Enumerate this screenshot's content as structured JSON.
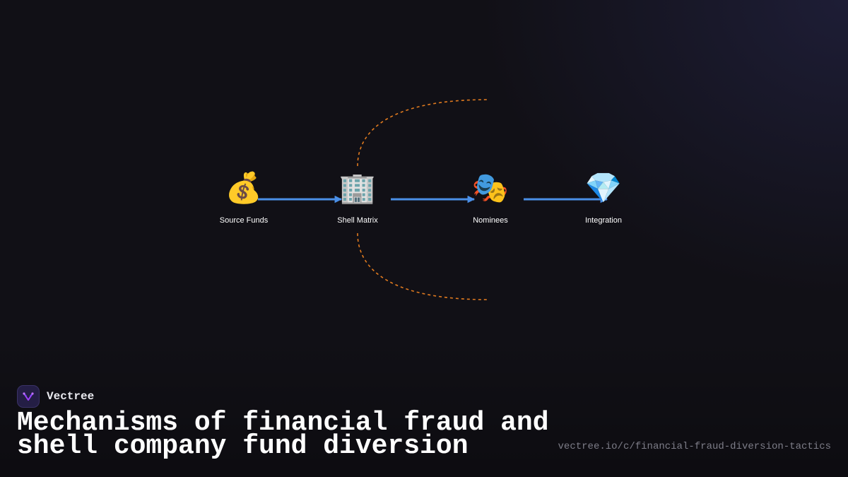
{
  "diagram": {
    "nodes": [
      {
        "id": "source",
        "icon": "money-bag-icon",
        "glyph": "💰",
        "label": "Source Funds"
      },
      {
        "id": "shell",
        "icon": "office-building-icon",
        "glyph": "🏢",
        "label": "Shell Matrix"
      },
      {
        "id": "nominees",
        "icon": "theater-masks-icon",
        "glyph": "🎭",
        "label": "Nominees"
      },
      {
        "id": "integration",
        "icon": "gem-icon",
        "glyph": "💎",
        "label": "Integration"
      }
    ],
    "edges": [
      {
        "from": "source",
        "to": "shell",
        "style": "solid-arrow"
      },
      {
        "from": "shell",
        "to": "nominees",
        "style": "solid-arrow"
      },
      {
        "from": "nominees",
        "to": "integration",
        "style": "solid-arrow"
      }
    ],
    "loops": [
      {
        "from": "shell",
        "direction": "up",
        "style": "dashed"
      },
      {
        "from": "shell",
        "direction": "down",
        "style": "dashed"
      }
    ],
    "colors": {
      "edge": "#4a8fe7",
      "loop": "#e07a1f",
      "label": "#ffffff"
    }
  },
  "brand": {
    "name": "Vectree",
    "logo_icon": "vectree-logo-icon"
  },
  "title": "Mechanisms of financial fraud and shell company fund diversion",
  "url": "vectree.io/c/financial-fraud-diversion-tactics",
  "colors": {
    "background": "#111016",
    "logo_bg": "#241e45",
    "logo_accent": "#a040ff"
  }
}
